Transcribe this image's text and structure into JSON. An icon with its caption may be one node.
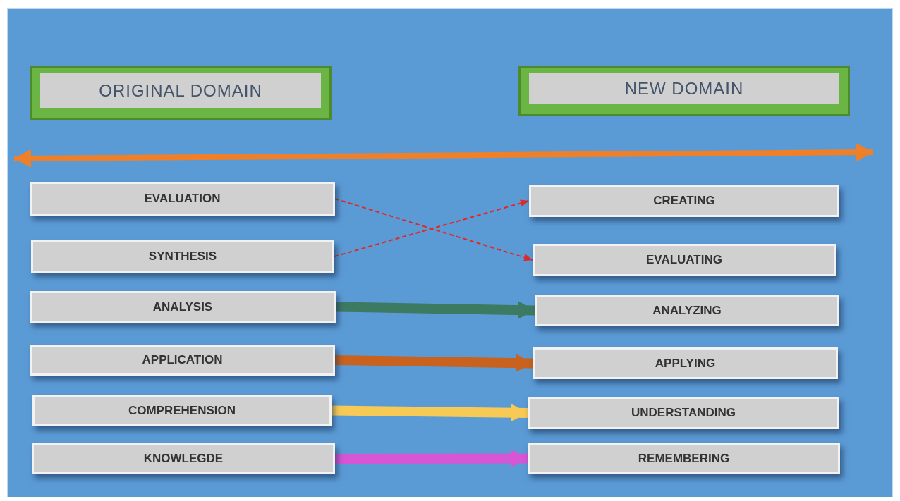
{
  "diagram": {
    "nodes": [
      {
        "text": [
          "ORIGINAL DOMAIN"
        ]
      },
      {
        "text": [
          "NEW DOMAIN"
        ]
      },
      {
        "text": [
          "EVALUATION"
        ]
      },
      {
        "text": [
          "CREATING"
        ]
      },
      {
        "text": [
          "SYNTHESIS"
        ]
      },
      {
        "text": [
          "EVALUATING"
        ]
      },
      {
        "text": [
          "ANALYSIS"
        ]
      },
      {
        "text": [
          "ANALYZING"
        ]
      },
      {
        "text": [
          "APPLICATION"
        ]
      },
      {
        "text": [
          "APPLYING"
        ]
      },
      {
        "text": [
          "COMPREHENSION"
        ]
      },
      {
        "text": [
          "UNDERSTANDING"
        ]
      },
      {
        "text": [
          "KNOWLEGDE"
        ]
      },
      {
        "text": [
          "REMEMBERING"
        ]
      }
    ],
    "edges": [
      {
        "from": 2,
        "to": 5,
        "arrow": "to",
        "style": "dashed",
        "color": "#e02828"
      },
      {
        "from": 4,
        "to": 3,
        "arrow": "to",
        "style": "dashed",
        "color": "#e02828"
      },
      {
        "from": 6,
        "to": 7,
        "arrow": "to",
        "color": "#3d7a62"
      },
      {
        "from": 8,
        "to": 9,
        "arrow": "to",
        "color": "#c8621e"
      },
      {
        "from": 10,
        "to": 11,
        "arrow": "to",
        "color": "#f7c955"
      },
      {
        "from": 12,
        "to": 13,
        "arrow": "to",
        "color": "#d656d6"
      }
    ]
  }
}
